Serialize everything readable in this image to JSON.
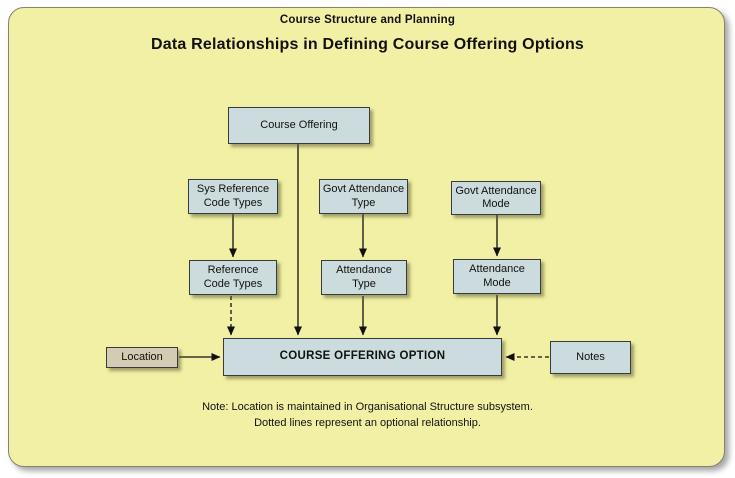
{
  "header": {
    "subtitle": "Course Structure and Planning",
    "title": "Data Relationships in Defining Course Offering Options"
  },
  "diagram": {
    "nodes": {
      "course_offering": {
        "label": "Course Offering"
      },
      "sys_reference_code_types": {
        "label": "Sys Reference\nCode Types"
      },
      "govt_attendance_type": {
        "label": "Govt Attendance\nType"
      },
      "govt_attendance_mode": {
        "label": "Govt Attendance\nMode"
      },
      "reference_code_types": {
        "label": "Reference\nCode Types"
      },
      "attendance_type": {
        "label": "Attendance\nType"
      },
      "attendance_mode": {
        "label": "Attendance\nMode"
      },
      "course_offering_option": {
        "label": "COURSE OFFERING OPTION"
      },
      "location": {
        "label": "Location"
      },
      "notes": {
        "label": "Notes"
      }
    },
    "edges": [
      {
        "from": "sys_reference_code_types",
        "to": "reference_code_types",
        "style": "solid"
      },
      {
        "from": "govt_attendance_type",
        "to": "attendance_type",
        "style": "solid"
      },
      {
        "from": "govt_attendance_mode",
        "to": "attendance_mode",
        "style": "solid"
      },
      {
        "from": "course_offering",
        "to": "course_offering_option",
        "style": "solid"
      },
      {
        "from": "reference_code_types",
        "to": "course_offering_option",
        "style": "dashed-optional"
      },
      {
        "from": "attendance_type",
        "to": "course_offering_option",
        "style": "solid"
      },
      {
        "from": "attendance_mode",
        "to": "course_offering_option",
        "style": "solid"
      },
      {
        "from": "location",
        "to": "course_offering_option",
        "style": "solid"
      },
      {
        "from": "notes",
        "to": "course_offering_option",
        "style": "dashed-optional"
      }
    ]
  },
  "footnote": {
    "line1": "Note: Location is maintained in Organisational Structure subsystem.",
    "line2": "Dotted lines represent an optional relationship."
  },
  "colors": {
    "panel_background": "#f1f0a4",
    "node_fill": "#ccdbdd",
    "location_fill": "#d3ccb3",
    "line_color": "#111111"
  }
}
